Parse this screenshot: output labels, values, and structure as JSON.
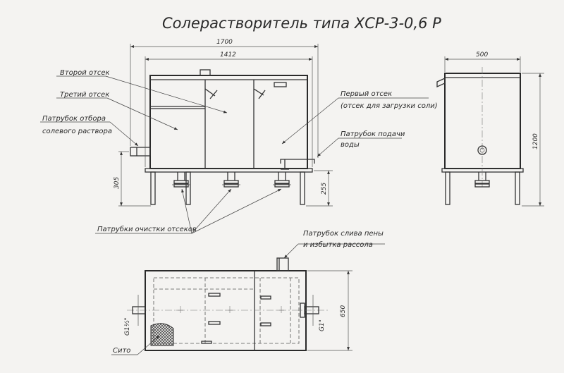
{
  "title": "Солерастворитель типа ХСР-3-0,6 Р",
  "labels": {
    "second_compartment": "Второй отсек",
    "third_compartment": "Третий отсек",
    "first_compartment": "Первый отсек",
    "first_compartment_note": "(отсек для загрузки соли)",
    "brine_outlet_line1": "Патрубок отбора",
    "brine_outlet_line2": "солевого раствора",
    "water_inlet_line1": "Патрубок подачи",
    "water_inlet_line2": "воды",
    "cleaning_nozzles": "Патрубки очистки отсеков",
    "foam_drain_line1": "Патрубок слива пены",
    "foam_drain_line2": "и избытка рассола",
    "sieve": "Сито"
  },
  "dimensions": {
    "overall_length": "1700",
    "body_length": "1412",
    "width": "500",
    "height": "1200",
    "outlet_height": "305",
    "leg_height": "255",
    "plan_width": "650",
    "thread_left": "G1½\"",
    "thread_right": "G1\""
  },
  "colors": {
    "paper": "#f4f3f1",
    "ink": "#2a2a2a"
  }
}
